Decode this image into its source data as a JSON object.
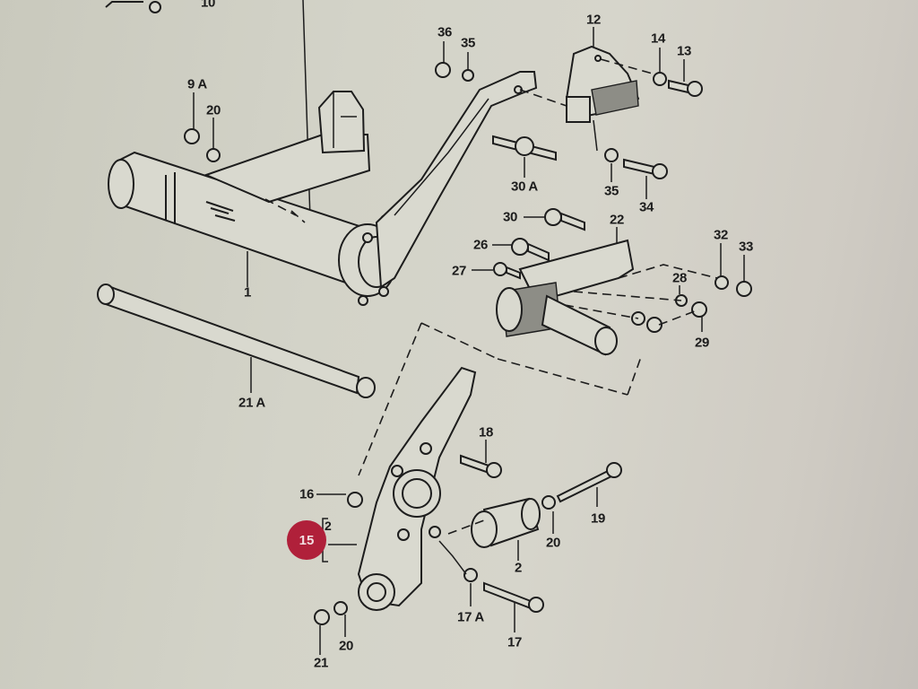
{
  "diagram": {
    "title": "Rear suspension exploded parts view",
    "highlight": {
      "number": "15",
      "sub_label": "2",
      "color": "#b0203a"
    },
    "labels": [
      {
        "id": "p10",
        "text": "10"
      },
      {
        "id": "p9a",
        "text": "9 A"
      },
      {
        "id": "p20a",
        "text": "20"
      },
      {
        "id": "p36",
        "text": "36"
      },
      {
        "id": "p35a",
        "text": "35"
      },
      {
        "id": "p12",
        "text": "12"
      },
      {
        "id": "p14",
        "text": "14"
      },
      {
        "id": "p13",
        "text": "13"
      },
      {
        "id": "p30a",
        "text": "30 A"
      },
      {
        "id": "p35b",
        "text": "35"
      },
      {
        "id": "p34",
        "text": "34"
      },
      {
        "id": "p30",
        "text": "30"
      },
      {
        "id": "p22",
        "text": "22"
      },
      {
        "id": "p26",
        "text": "26"
      },
      {
        "id": "p27",
        "text": "27"
      },
      {
        "id": "p32",
        "text": "32"
      },
      {
        "id": "p33",
        "text": "33"
      },
      {
        "id": "p28",
        "text": "28"
      },
      {
        "id": "p29",
        "text": "29"
      },
      {
        "id": "p1",
        "text": "1"
      },
      {
        "id": "p21a",
        "text": "21 A"
      },
      {
        "id": "p18",
        "text": "18"
      },
      {
        "id": "p16",
        "text": "16"
      },
      {
        "id": "p19",
        "text": "19"
      },
      {
        "id": "p20b",
        "text": "20"
      },
      {
        "id": "p2",
        "text": "2"
      },
      {
        "id": "p17a",
        "text": "17 A"
      },
      {
        "id": "p17",
        "text": "17"
      },
      {
        "id": "p20c",
        "text": "20"
      },
      {
        "id": "p21",
        "text": "21"
      }
    ]
  }
}
